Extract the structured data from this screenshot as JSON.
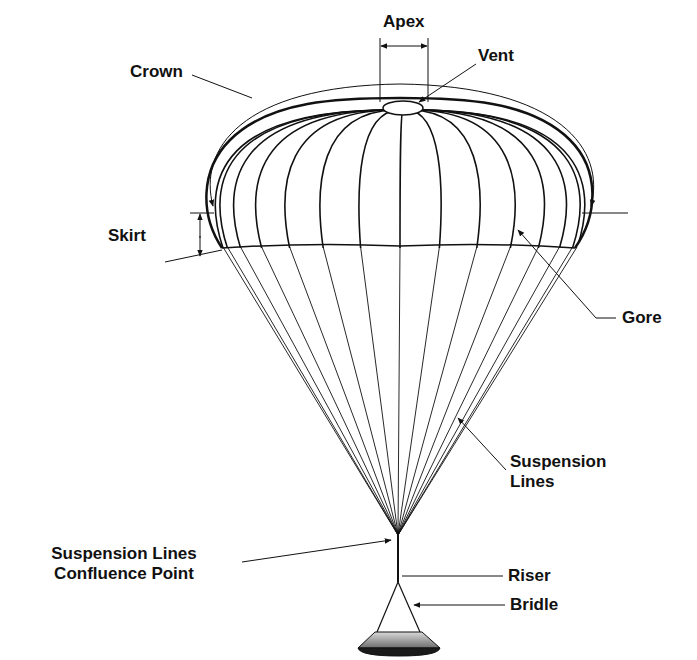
{
  "diagram": {
    "labels": [
      "Apex",
      "Vent",
      "Crown",
      "Skirt",
      "Gore",
      "Suspension Lines",
      "Suspension Lines Confluence Point",
      "Riser",
      "Bridle"
    ]
  }
}
